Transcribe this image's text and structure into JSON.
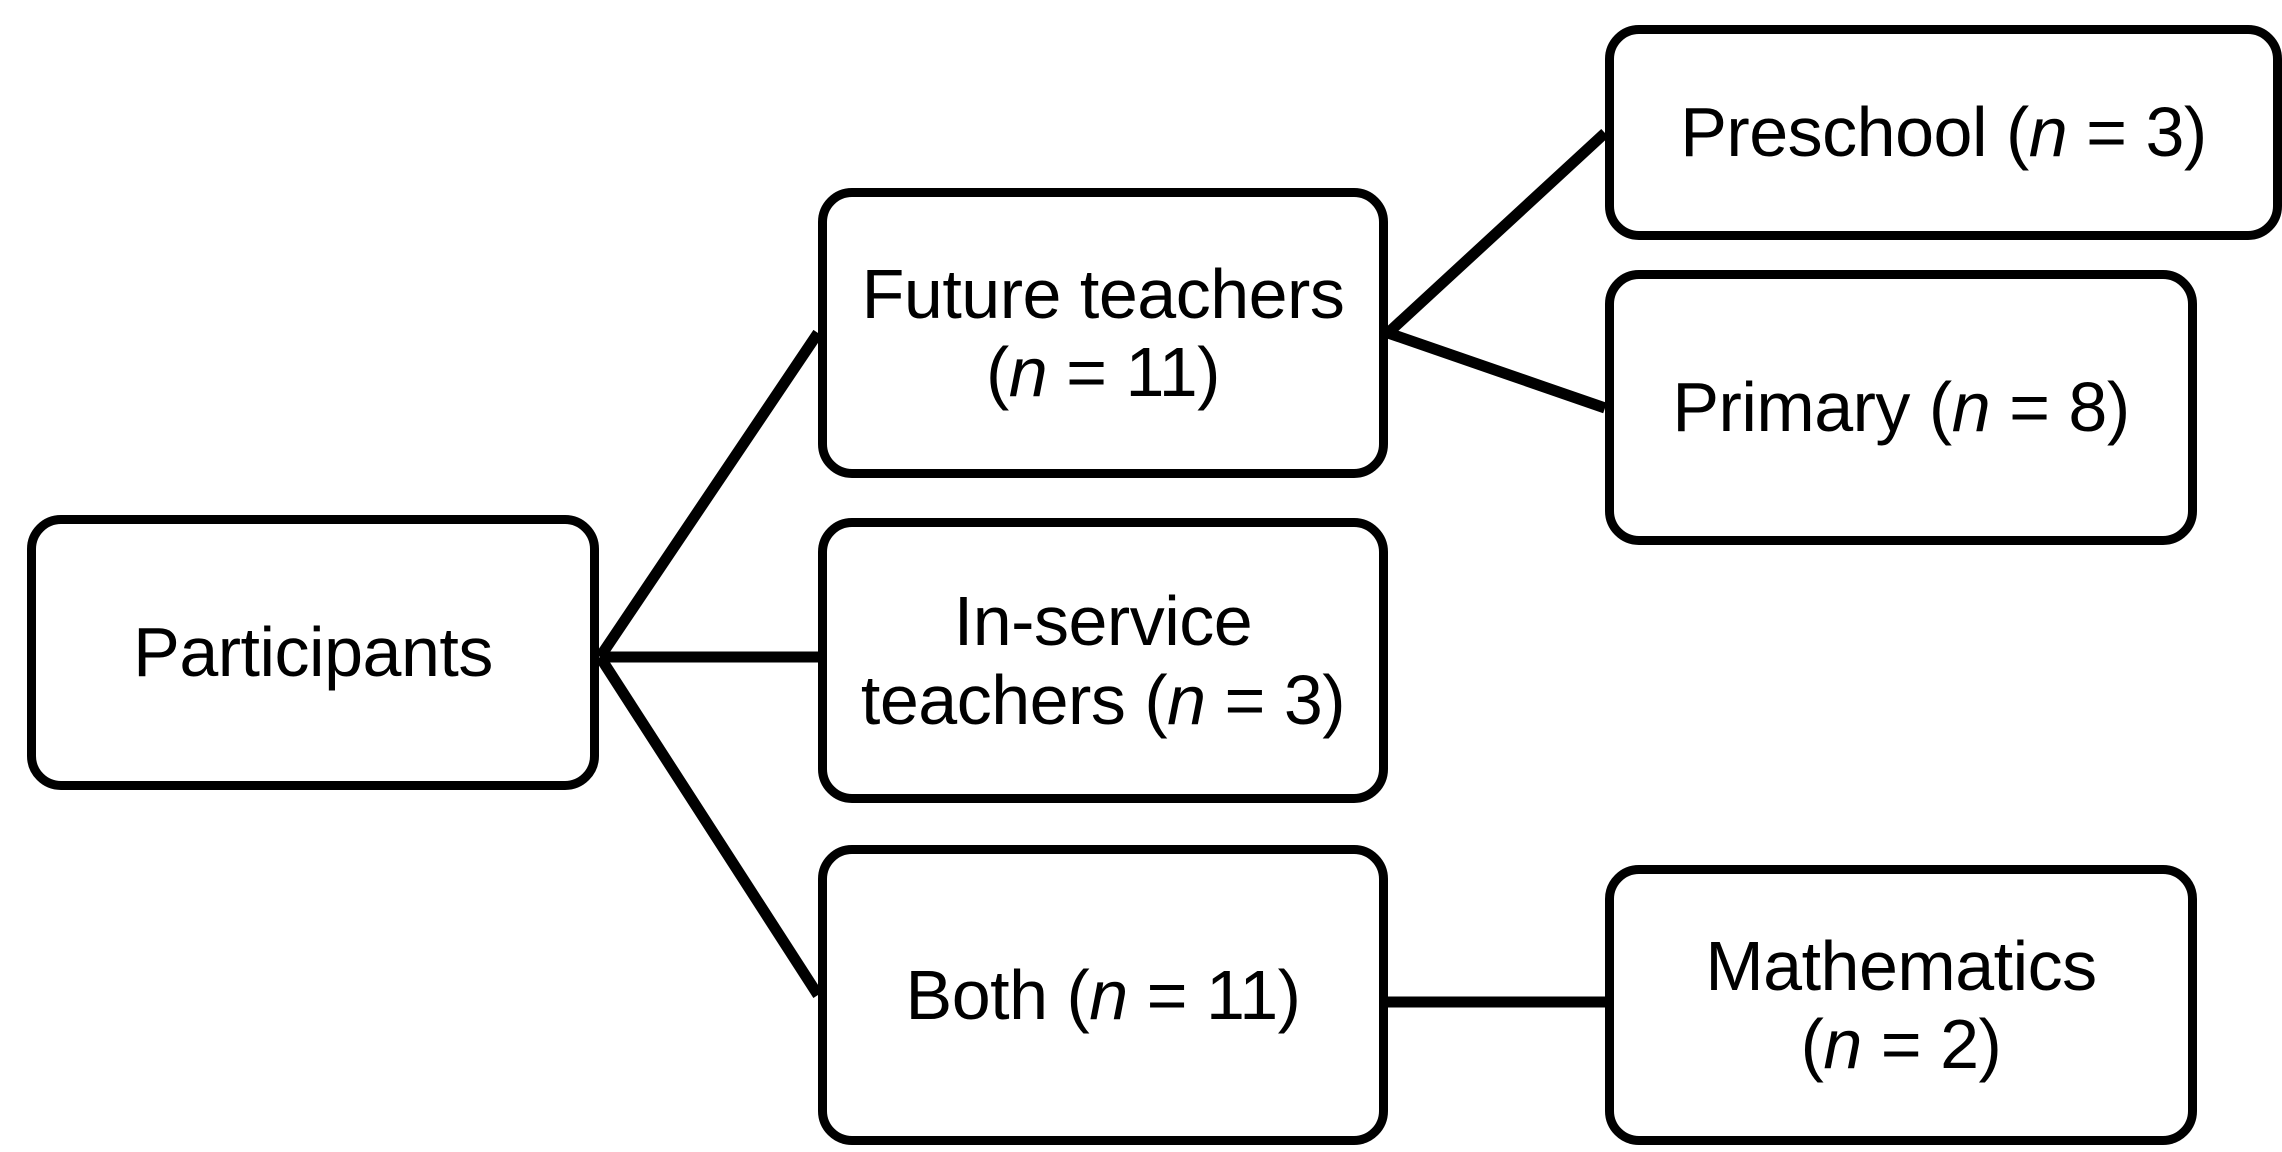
{
  "diagram": {
    "title": "Participants",
    "type": "tree",
    "background_color": "#ffffff",
    "line_color": "#000000",
    "text_color": "#000000",
    "nodes": [
      {
        "id": "participants",
        "label": "Participants",
        "name": "Participants",
        "count": null,
        "level": 0
      },
      {
        "id": "future",
        "label": "Future teachers\n(n = 11)",
        "name": "Future teachers",
        "count": 11,
        "level": 1
      },
      {
        "id": "inservice",
        "label": "In-service\nteachers (n = 3)",
        "name": "In-service teachers",
        "count": 3,
        "level": 1
      },
      {
        "id": "both",
        "label": "Both (n = 11)",
        "name": "Both",
        "count": 11,
        "level": 1
      },
      {
        "id": "preschool",
        "label": "Preschool (n = 3)",
        "name": "Preschool",
        "count": 3,
        "level": 2
      },
      {
        "id": "primary",
        "label": "Primary (n = 8)",
        "name": "Primary",
        "count": 8,
        "level": 2
      },
      {
        "id": "mathematics",
        "label": "Mathematics\n(n = 2)",
        "name": "Mathematics",
        "count": 2,
        "level": 2
      }
    ],
    "edges": [
      {
        "from": "participants",
        "to": "future"
      },
      {
        "from": "participants",
        "to": "inservice"
      },
      {
        "from": "participants",
        "to": "both"
      },
      {
        "from": "future",
        "to": "preschool"
      },
      {
        "from": "future",
        "to": "primary"
      },
      {
        "from": "both",
        "to": "mathematics"
      }
    ]
  }
}
